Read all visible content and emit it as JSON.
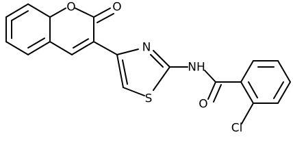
{
  "structure": {
    "atom_labels": {
      "ring_oxygen": "O",
      "carbonyl_oxygen_lactone": "O",
      "thiazole_nitrogen": "N",
      "amide_nh": "NH",
      "thiazole_sulfur": "S",
      "amide_oxygen": "O",
      "chlorine": "Cl"
    }
  }
}
